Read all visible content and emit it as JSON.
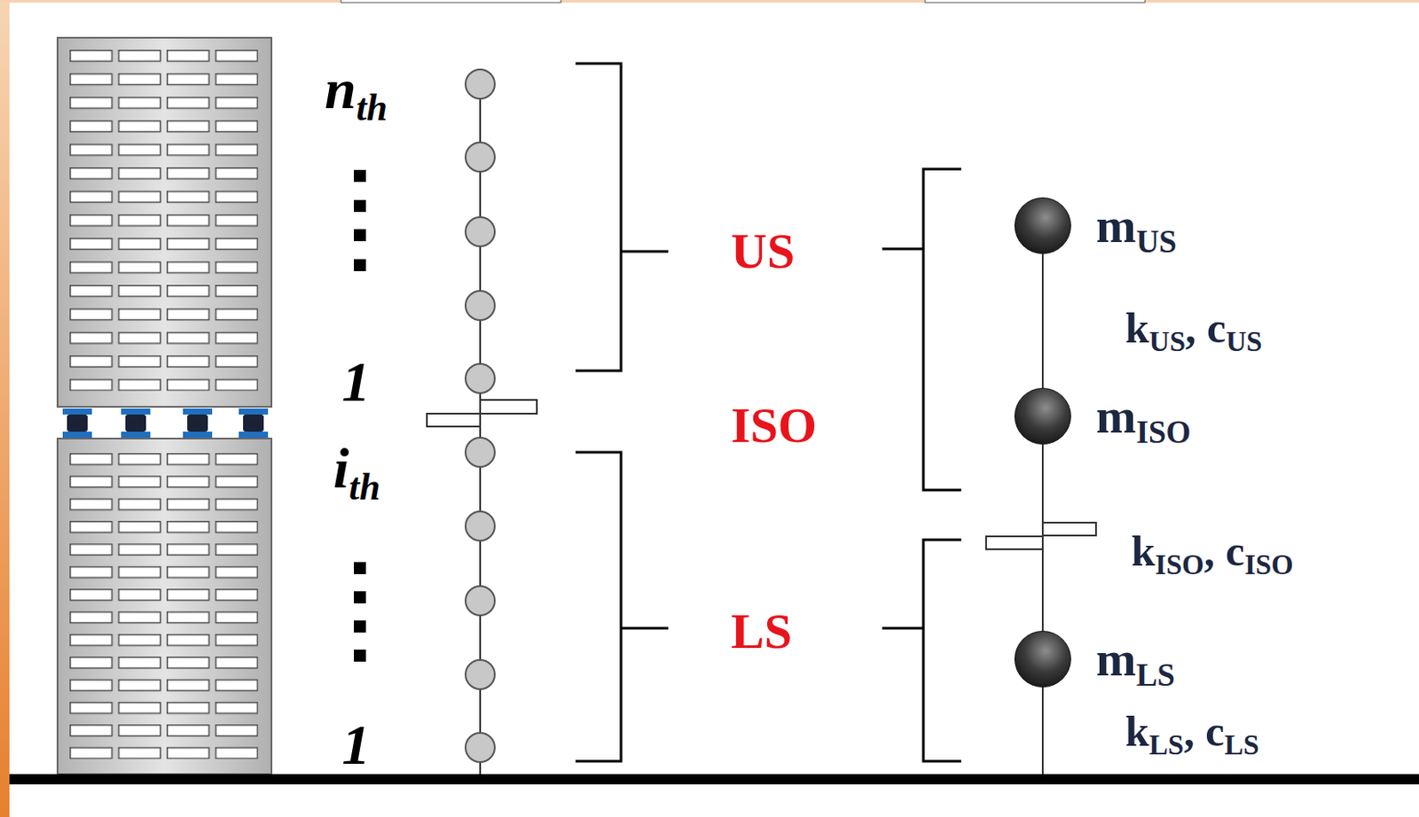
{
  "diagram": {
    "nodes": [
      {
        "text": [
          "m",
          "US"
        ]
      },
      {
        "text": [
          "m",
          "ISO"
        ]
      },
      {
        "text": [
          "m",
          "LS"
        ]
      }
    ],
    "edges": [
      {
        "from": 0,
        "to": 1,
        "arrow": "none"
      },
      {
        "from": 1,
        "to": 2,
        "arrow": "none"
      }
    ],
    "labels": [
      "n",
      "th",
      "1",
      "i",
      "th",
      "1",
      "US",
      "ISO",
      "LS",
      "k",
      "US",
      ", c",
      "US",
      "k",
      "ISO",
      ", c",
      "ISO",
      "k",
      "LS",
      ", c",
      "LS"
    ]
  }
}
